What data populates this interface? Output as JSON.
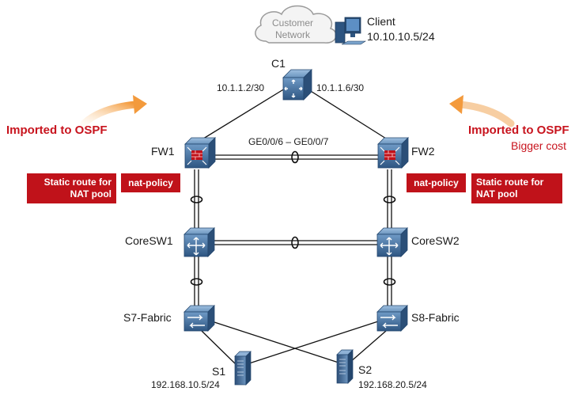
{
  "cloud": {
    "label_line1": "Customer",
    "label_line2": "Network"
  },
  "client": {
    "name": "Client",
    "ip": "10.10.10.5/24"
  },
  "c1": {
    "name": "C1",
    "left_ip": "10.1.1.2/30",
    "right_ip": "10.1.1.6/30"
  },
  "fw1": {
    "name": "FW1"
  },
  "fw2": {
    "name": "FW2"
  },
  "fw_link": {
    "label": "GE0/0/6 – GE0/0/7"
  },
  "coresw1": {
    "name": "CoreSW1"
  },
  "coresw2": {
    "name": "CoreSW2"
  },
  "s7": {
    "name": "S7-Fabric"
  },
  "s8": {
    "name": "S8-Fabric"
  },
  "s1": {
    "name": "S1",
    "ip": "192.168.10.5/24"
  },
  "s2": {
    "name": "S2",
    "ip": "192.168.20.5/24"
  },
  "left_annotation": {
    "imported": "Imported to OSPF",
    "static_box_line1": "Static route for",
    "static_box_line2": "NAT pool",
    "nat_box": "nat-policy"
  },
  "right_annotation": {
    "imported": "Imported to OSPF",
    "cost": "Bigger cost",
    "static_box_line1": "Static route for",
    "static_box_line2": "NAT pool",
    "nat_box": "nat-policy"
  },
  "colors": {
    "accent_red": "#c0121a",
    "device_blue": "#3f6d9e",
    "arrow_orange": "#f6b56a"
  }
}
